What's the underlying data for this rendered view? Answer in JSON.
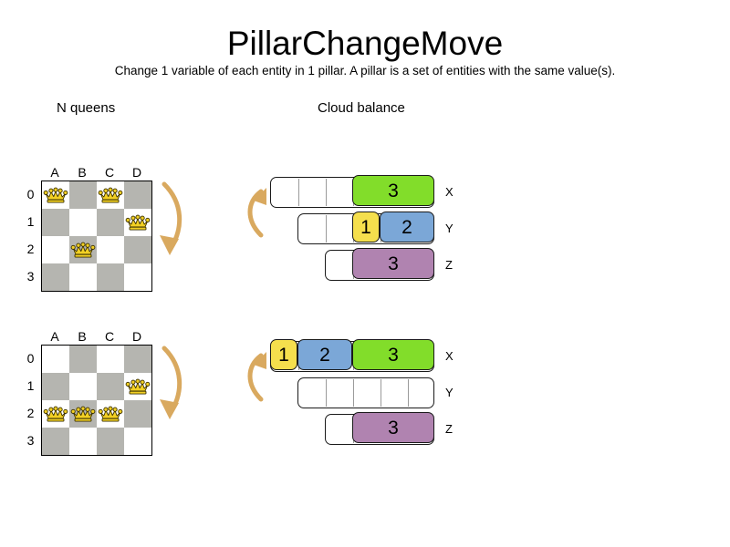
{
  "header": {
    "title": "PillarChangeMove",
    "subtitle": "Change 1 variable of each entity in 1 pillar. A pillar is a set of entities with the same value(s)."
  },
  "sections": {
    "nqueens_heading": "N queens",
    "cloud_heading": "Cloud balance"
  },
  "colors": {
    "board_dark": "#b5b5b0",
    "board_light": "#ffffff",
    "queen_gold": "#f2d024",
    "arrow": "#d9a95f",
    "proc_green": "#82dd2a",
    "proc_blue": "#7ba7d7",
    "proc_yellow": "#f5df4d",
    "proc_purple": "#b083b0",
    "outline": "#1a1a1a"
  },
  "nqueens": {
    "column_labels": [
      "A",
      "B",
      "C",
      "D"
    ],
    "row_labels": [
      "0",
      "1",
      "2",
      "3"
    ],
    "boards": [
      {
        "name": "before",
        "queens": [
          {
            "col": 0,
            "row": 0
          },
          {
            "col": 2,
            "row": 0
          },
          {
            "col": 3,
            "row": 1
          },
          {
            "col": 1,
            "row": 2
          }
        ]
      },
      {
        "name": "after",
        "queens": [
          {
            "col": 3,
            "row": 1
          },
          {
            "col": 0,
            "row": 2
          },
          {
            "col": 1,
            "row": 2
          },
          {
            "col": 2,
            "row": 2
          }
        ]
      }
    ]
  },
  "cloud_balance": {
    "states": [
      {
        "name": "before",
        "rows": [
          {
            "tag": "X",
            "capacity": 6,
            "empty_cells": 3,
            "processes": [
              {
                "label": "3",
                "size": 3,
                "color": "proc_green",
                "offset": 3
              }
            ]
          },
          {
            "tag": "Y",
            "capacity": 5,
            "empty_cells": 2,
            "processes": [
              {
                "label": "1",
                "size": 1,
                "color": "proc_yellow",
                "offset": 2
              },
              {
                "label": "2",
                "size": 2,
                "color": "proc_blue",
                "offset": 3
              }
            ]
          },
          {
            "tag": "Z",
            "capacity": 4,
            "empty_cells": 1,
            "processes": [
              {
                "label": "3",
                "size": 3,
                "color": "proc_purple",
                "offset": 1
              }
            ]
          }
        ]
      },
      {
        "name": "after",
        "rows": [
          {
            "tag": "X",
            "capacity": 6,
            "empty_cells": 0,
            "processes": [
              {
                "label": "1",
                "size": 1,
                "color": "proc_yellow",
                "offset": 0
              },
              {
                "label": "2",
                "size": 2,
                "color": "proc_blue",
                "offset": 1
              },
              {
                "label": "3",
                "size": 3,
                "color": "proc_green",
                "offset": 3
              }
            ]
          },
          {
            "tag": "Y",
            "capacity": 5,
            "empty_cells": 5,
            "processes": []
          },
          {
            "tag": "Z",
            "capacity": 4,
            "empty_cells": 1,
            "processes": [
              {
                "label": "3",
                "size": 3,
                "color": "proc_purple",
                "offset": 1
              }
            ]
          }
        ]
      }
    ]
  }
}
